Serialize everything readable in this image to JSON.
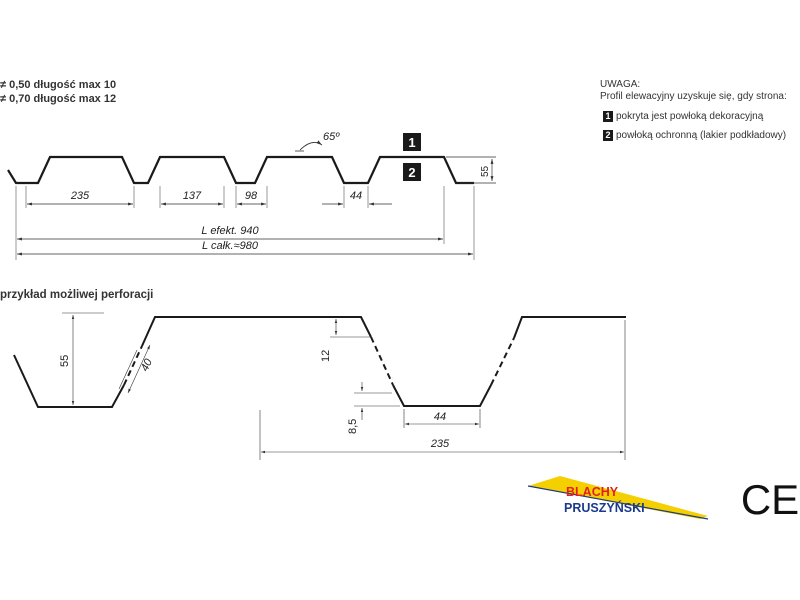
{
  "specs": {
    "line1": "≠ 0,50 długość max 10",
    "line2": "≠ 0,70 długość max 12"
  },
  "note": {
    "title": "UWAGA:",
    "body": "Profil elewacyjny uzyskuje się, gdy strona:",
    "item1_num": "1",
    "item1_text": "pokryta jest powłoką dekoracyjną",
    "item2_num": "2",
    "item2_text": "powłoką ochronną (lakier podkładowy)"
  },
  "profile": {
    "angle": "65º",
    "side1": "1",
    "side2": "2",
    "dim_235": "235",
    "dim_137": "137",
    "dim_98": "98",
    "dim_44": "44",
    "dim_55": "55",
    "l_efekt": "L efekt. 940",
    "l_calk": "L całk.≈980"
  },
  "perforation": {
    "title": "przykład możliwej perforacji",
    "dim_55": "55",
    "dim_40": "40",
    "dim_12": "12",
    "dim_8_5": "8,5",
    "dim_44": "44",
    "dim_235": "235"
  },
  "logo": {
    "line1": "BLACHY",
    "line2": "PRUSZYŃSKI",
    "colors": {
      "red": "#e02020",
      "blue": "#1b3a8c",
      "yellow": "#f5d000"
    }
  },
  "ce_mark": "CE"
}
